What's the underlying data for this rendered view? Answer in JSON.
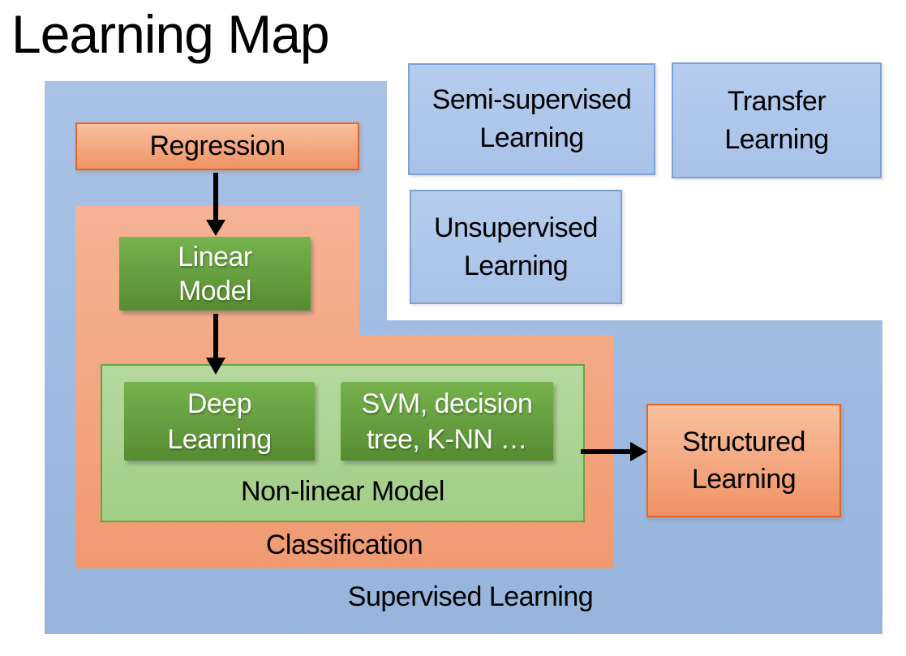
{
  "title": "Learning Map",
  "colors": {
    "blue_region_top": "#A9C3E6",
    "blue_region_bottom": "#97B4DC",
    "blue_box_top": "#B5CCEE",
    "blue_box_bottom": "#A9C2E8",
    "blue_box_border": "#7EA1D3",
    "orange_region_top": "#F5B294",
    "orange_region_bottom": "#F09A71",
    "orange_box_top": "#F8C09E",
    "orange_box_bottom": "#EF9365",
    "orange_box_border": "#E0672C",
    "green_light_top": "#B6D99E",
    "green_light_bottom": "#A2CD86",
    "green_light_border": "#68A441",
    "green_dark_top": "#76B24D",
    "green_dark_bottom": "#568C31",
    "arrow": "#000000",
    "title_text": "#000000",
    "label_text": "#000000",
    "box_text_light": "#FFFFFF"
  },
  "regions": {
    "supervised": {
      "label": "Supervised Learning"
    },
    "classification": {
      "label": "Classification"
    },
    "nonlinear_model": {
      "label": "Non-linear Model"
    }
  },
  "boxes": {
    "regression": {
      "label": "Regression"
    },
    "linear_model": {
      "lines": [
        "Linear",
        "Model"
      ]
    },
    "deep_learning": {
      "lines": [
        "Deep",
        "Learning"
      ]
    },
    "svm_knn": {
      "lines": [
        "SVM, decision",
        "tree, K-NN …"
      ]
    },
    "structured_learning": {
      "lines": [
        "Structured",
        "Learning"
      ]
    },
    "semi_supervised": {
      "lines": [
        "Semi-supervised",
        "Learning"
      ]
    },
    "transfer_learning": {
      "lines": [
        "Transfer",
        "Learning"
      ]
    },
    "unsupervised": {
      "lines": [
        "Unsupervised",
        "Learning"
      ]
    }
  }
}
